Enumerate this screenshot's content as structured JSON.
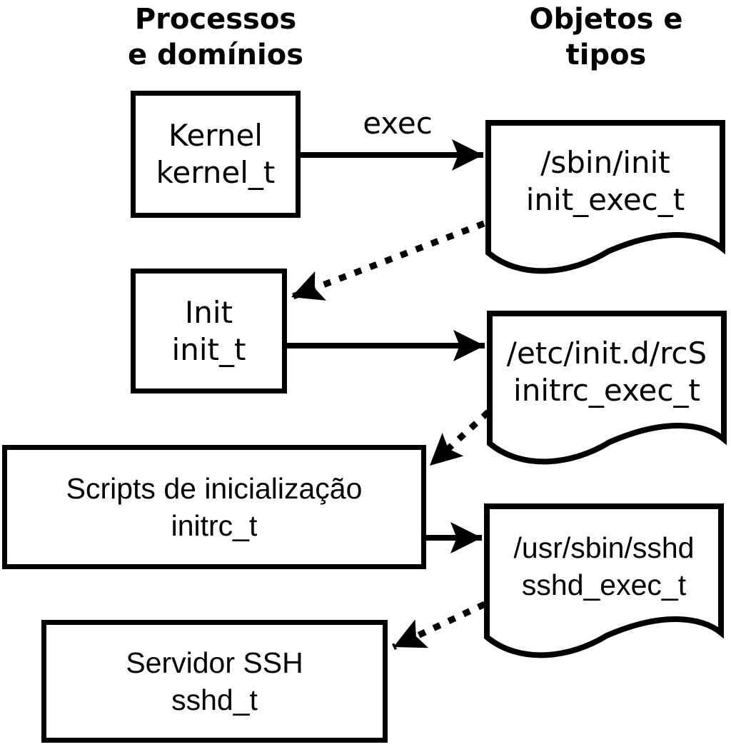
{
  "columns": {
    "left_header": [
      "Processos",
      "e domínios"
    ],
    "right_header": [
      "Objetos e",
      "tipos"
    ]
  },
  "processes": [
    {
      "label": "Kernel",
      "domain": "kernel_t"
    },
    {
      "label": "Init",
      "domain": "init_t"
    },
    {
      "label": "Scripts de inicialização",
      "domain": "initrc_t"
    },
    {
      "label": "Servidor SSH",
      "domain": "sshd_t"
    }
  ],
  "objects": [
    {
      "path": "/sbin/init",
      "type": "init_exec_t"
    },
    {
      "path": "/etc/init.d/rcS",
      "type": "initrc_exec_t"
    },
    {
      "path": "/usr/sbin/sshd",
      "type": "sshd_exec_t"
    }
  ],
  "arrows": {
    "exec_label": "exec",
    "edges": [
      {
        "from": "kernel_t",
        "to": "init_exec_t",
        "style": "solid",
        "label": "exec"
      },
      {
        "from": "init_exec_t",
        "to": "init_t",
        "style": "dotted",
        "label": ""
      },
      {
        "from": "init_t",
        "to": "initrc_exec_t",
        "style": "solid",
        "label": ""
      },
      {
        "from": "initrc_exec_t",
        "to": "initrc_t",
        "style": "dotted",
        "label": ""
      },
      {
        "from": "initrc_t",
        "to": "sshd_exec_t",
        "style": "solid",
        "label": ""
      },
      {
        "from": "sshd_exec_t",
        "to": "sshd_t",
        "style": "dotted",
        "label": ""
      }
    ]
  },
  "colors": {
    "line": "#000000",
    "background": "#ffffff"
  }
}
